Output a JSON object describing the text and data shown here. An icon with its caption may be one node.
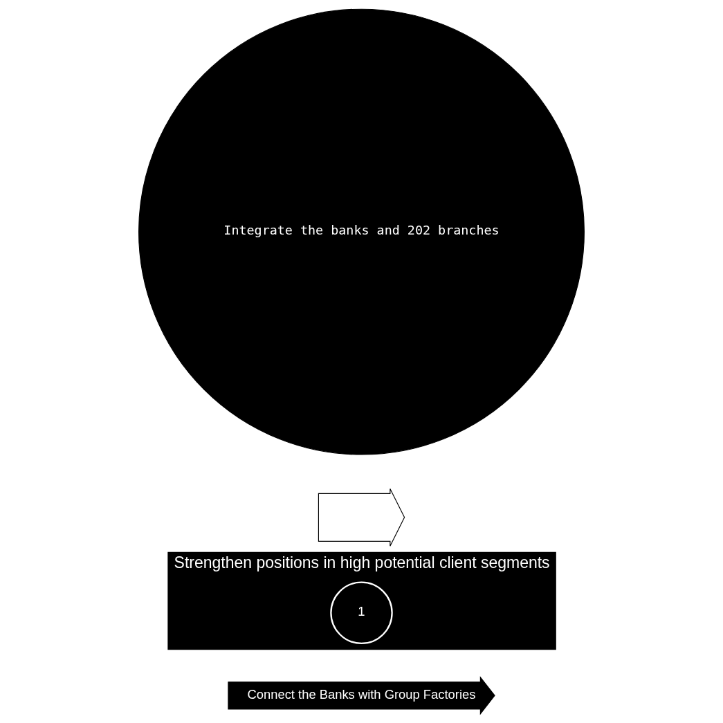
{
  "diagram": {
    "nodes": [
      {
        "text": [
          "Connect the Banks with Group Factories"
        ]
      },
      {
        "text": [
          "Strengthen positions in high potential client segments"
        ]
      },
      {
        "text": [
          "1"
        ],
        "in": 1
      },
      {
        "text": [],
        "shape": "arrow"
      },
      {
        "text": [
          "Integrate the banks and 202 branches"
        ]
      }
    ]
  }
}
